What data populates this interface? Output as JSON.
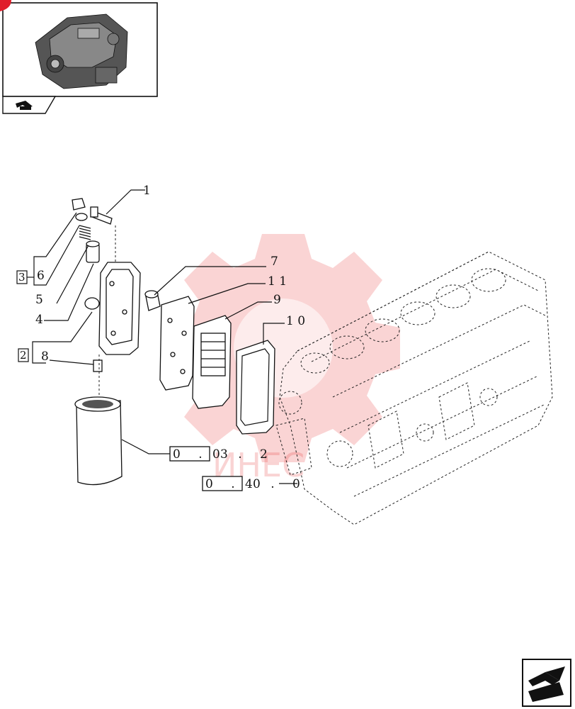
{
  "callouts": {
    "c1": "1",
    "c6": "6",
    "c5": "5",
    "c4": "4",
    "c8": "8",
    "c7": "7",
    "c11": "1 1",
    "c9": "9",
    "c10": "1 0"
  },
  "group_boxes": {
    "g3": "3",
    "g2": "2"
  },
  "refs": {
    "filter_ref_boxed": "0 . 3",
    "filter_ref_rest": "0 . 2",
    "block_ref_boxed": "0 . 0",
    "block_ref_rest": "4 . 0"
  },
  "icons": {
    "thumbnail": "engine-thumbnail-icon",
    "thumb_tab": "arrow-tab-icon",
    "nav": "next-page-arrow-icon",
    "watermark": "gear-watermark-icon"
  },
  "colors": {
    "accent": "#e01e2b",
    "watermark": "#e63b3b",
    "ink": "#111111"
  }
}
